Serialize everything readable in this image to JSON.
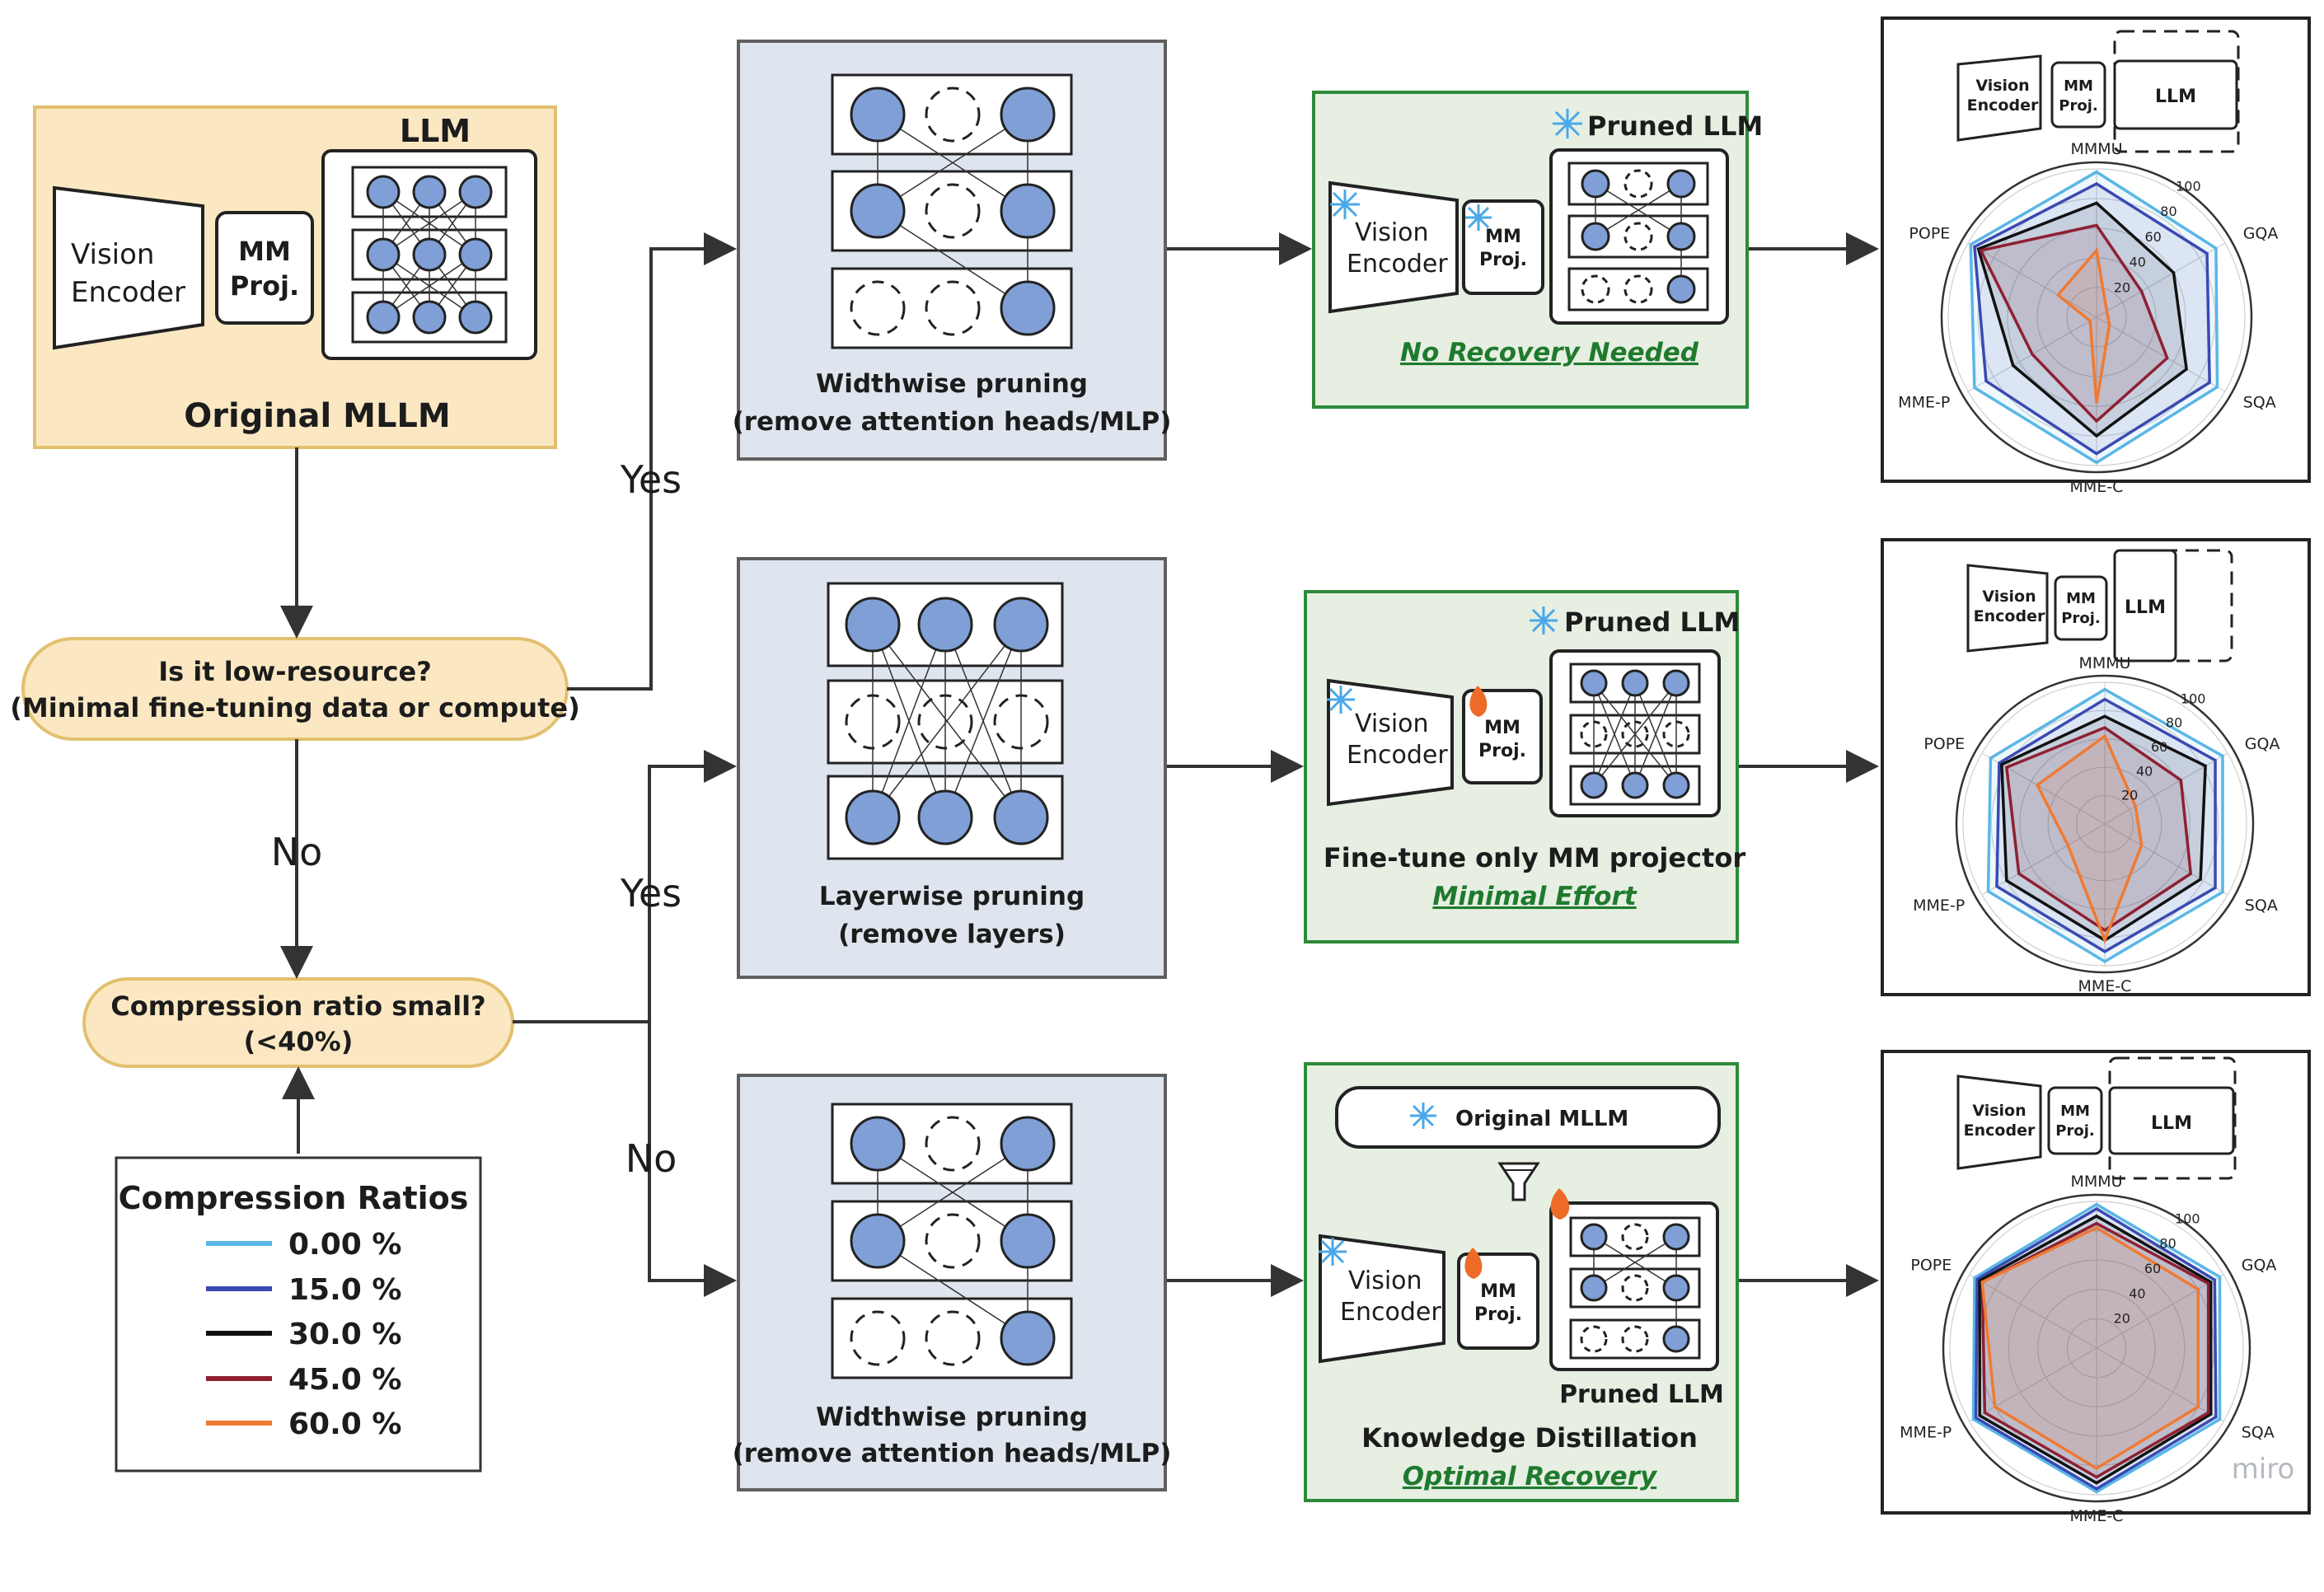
{
  "colors": {
    "orange_fill": "#fbe8c2",
    "orange_stroke": "#e2c06e",
    "blue_fill": "#dfe5ee",
    "blue_stroke": "#5f5f5f",
    "green_fill": "#e6efe2",
    "green_stroke": "#2e8a3a",
    "node_fill": "#7f9fd6",
    "link_green": "#1f7a2e",
    "snow": "#4aa8e8",
    "fire": "#ee6a28",
    "series": [
      "#5ab6e6",
      "#3b49b2",
      "#111111",
      "#8e2032",
      "#ef7a33"
    ]
  },
  "original": {
    "llm_label": "LLM",
    "vision_label": [
      "Vision",
      "Encoder"
    ],
    "mm_label": [
      "MM",
      "Proj."
    ],
    "title": "Original MLLM"
  },
  "decision1": {
    "line1": "Is it low-resource?",
    "line2": "(Minimal fine-tuning data or compute)"
  },
  "decision2": {
    "line1": "Compression ratio small?",
    "line2": "(<40%)"
  },
  "edge_labels": {
    "yes": "Yes",
    "no": "No"
  },
  "legend": {
    "title": "Compression Ratios",
    "items": [
      "0.00 %",
      "15.0 %",
      "30.0 %",
      "45.0 %",
      "60.0 %"
    ]
  },
  "pruning": [
    {
      "line1": "Widthwise pruning",
      "line2": "(remove attention heads/MLP)"
    },
    {
      "line1": "Layerwise pruning",
      "line2": "(remove layers)"
    },
    {
      "line1": "Widthwise pruning",
      "line2": "(remove attention heads/MLP)"
    }
  ],
  "recovery": [
    {
      "header": "Pruned LLM",
      "caption": "",
      "link": "No Recovery Needed"
    },
    {
      "header": "Pruned LLM",
      "caption": "Fine-tune only MM projector",
      "link": "Minimal Effort "
    },
    {
      "header": "Original MLLM",
      "footer": "Pruned LLM",
      "caption": "Knowledge Distillation",
      "link": "Optimal Recovery"
    }
  ],
  "results": {
    "vision_label": [
      "Vision",
      "Encoder"
    ],
    "mm_label": [
      "MM",
      "Proj."
    ],
    "llm_label": "LLM",
    "axes": [
      "MMMU",
      "GQA",
      "SQA",
      "MME-C",
      "MME-P",
      "POPE"
    ],
    "ticks": [
      "20",
      "40",
      "60",
      "80",
      "100"
    ],
    "watermark": "miro"
  },
  "chart_data": [
    {
      "type": "radar",
      "title": "",
      "axes": [
        "MMMU",
        "GQA",
        "SQA",
        "MME-C",
        "MME-P",
        "POPE"
      ],
      "rlim": [
        0,
        100
      ],
      "series": [
        {
          "name": "0.00 %",
          "values": [
            98,
            93,
            94,
            98,
            95,
            98
          ]
        },
        {
          "name": "15.0 %",
          "values": [
            90,
            86,
            88,
            92,
            86,
            95
          ]
        },
        {
          "name": "30.0 %",
          "values": [
            77,
            60,
            70,
            80,
            65,
            92
          ]
        },
        {
          "name": "45.0 %",
          "values": [
            62,
            35,
            55,
            70,
            50,
            90
          ]
        },
        {
          "name": "60.0 %",
          "values": [
            45,
            8,
            10,
            58,
            5,
            30
          ]
        }
      ]
    },
    {
      "type": "radar",
      "title": "",
      "axes": [
        "MMMU",
        "GQA",
        "SQA",
        "MME-C",
        "MME-P",
        "POPE"
      ],
      "rlim": [
        0,
        100
      ],
      "series": [
        {
          "name": "0.00 %",
          "values": [
            95,
            96,
            96,
            97,
            95,
            93
          ]
        },
        {
          "name": "15.0 %",
          "values": [
            88,
            90,
            90,
            90,
            88,
            86
          ]
        },
        {
          "name": "30.0 %",
          "values": [
            76,
            82,
            78,
            82,
            80,
            84
          ]
        },
        {
          "name": "45.0 %",
          "values": [
            68,
            62,
            70,
            75,
            70,
            80
          ]
        },
        {
          "name": "60.0 %",
          "values": [
            62,
            25,
            30,
            82,
            30,
            55
          ]
        }
      ]
    },
    {
      "type": "radar",
      "title": "",
      "axes": [
        "MMMU",
        "GQA",
        "SQA",
        "MME-C",
        "MME-P",
        "POPE"
      ],
      "rlim": [
        0,
        100
      ],
      "series": [
        {
          "name": "0.00 %",
          "values": [
            98,
            97,
            97,
            98,
            97,
            96
          ]
        },
        {
          "name": "15.0 %",
          "values": [
            95,
            93,
            94,
            96,
            95,
            94
          ]
        },
        {
          "name": "30.0 %",
          "values": [
            90,
            90,
            90,
            92,
            92,
            92
          ]
        },
        {
          "name": "45.0 %",
          "values": [
            85,
            88,
            88,
            88,
            88,
            90
          ]
        },
        {
          "name": "60.0 %",
          "values": [
            82,
            80,
            80,
            82,
            80,
            90
          ]
        }
      ]
    }
  ]
}
